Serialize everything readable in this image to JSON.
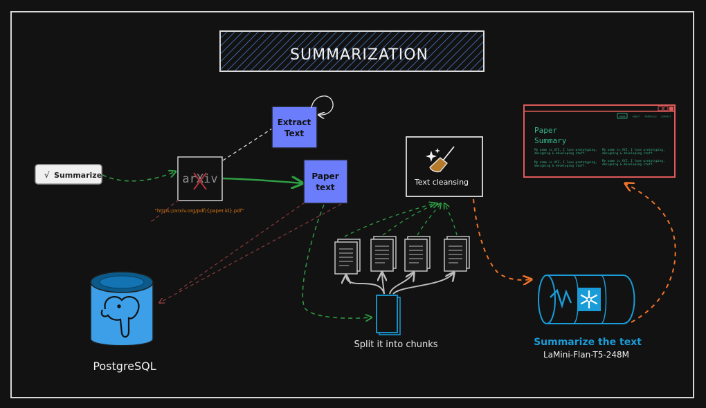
{
  "title": "SUMMARIZATION",
  "summarize_button": {
    "label": "Summarize"
  },
  "arxiv": {
    "logo_text": "arXiv",
    "url": "\"https://arxiv.org/pdf/{paper.id}.pdf\""
  },
  "extract_text": {
    "line1": "Extract",
    "line2": "Text"
  },
  "paper_text": {
    "line1": "Paper",
    "line2": "text"
  },
  "text_cleansing": {
    "label": "Text cleansing"
  },
  "split_chunks": {
    "label": "Split it into chunks"
  },
  "postgres": {
    "label": "PostgreSQL"
  },
  "model": {
    "title": "Summarize the text",
    "subtitle": "LaMini-Flan-T5-248M"
  },
  "summary_window": {
    "heading_line1": "Paper",
    "heading_line2": "Summary",
    "nav": [
      "HOME",
      "ABOUT",
      "PORTFOLIO",
      "CONTACT"
    ],
    "para_l1_a": "My name is XYZ, I love prototyping,",
    "para_l1_b": "designing & developing stuff.",
    "para_r1_a": "My name is XYZ, I love prototyping,",
    "para_r1_b": "designing & developing stuff.",
    "para_l2_a": "My name is XYZ, I love prototyping,",
    "para_l2_b": "designing & developing stuff.",
    "para_r2_a": "My name is XYZ, I love prototyping,",
    "para_r2_b": "designing & developing stuff."
  },
  "colors": {
    "background": "#121212",
    "frame": "#d8d8d8",
    "blue_box": "#6b7dfb",
    "green_arrow": "#2f9e44",
    "orange_arrow": "#f0742a",
    "red_arrow": "#8a3b3b",
    "postgres_blue": "#3c9fe8",
    "snowflake_blue": "#1a9cd8",
    "summary_red": "#e05a5a",
    "summary_green": "#39b98a",
    "url_orange": "#d97a14"
  }
}
